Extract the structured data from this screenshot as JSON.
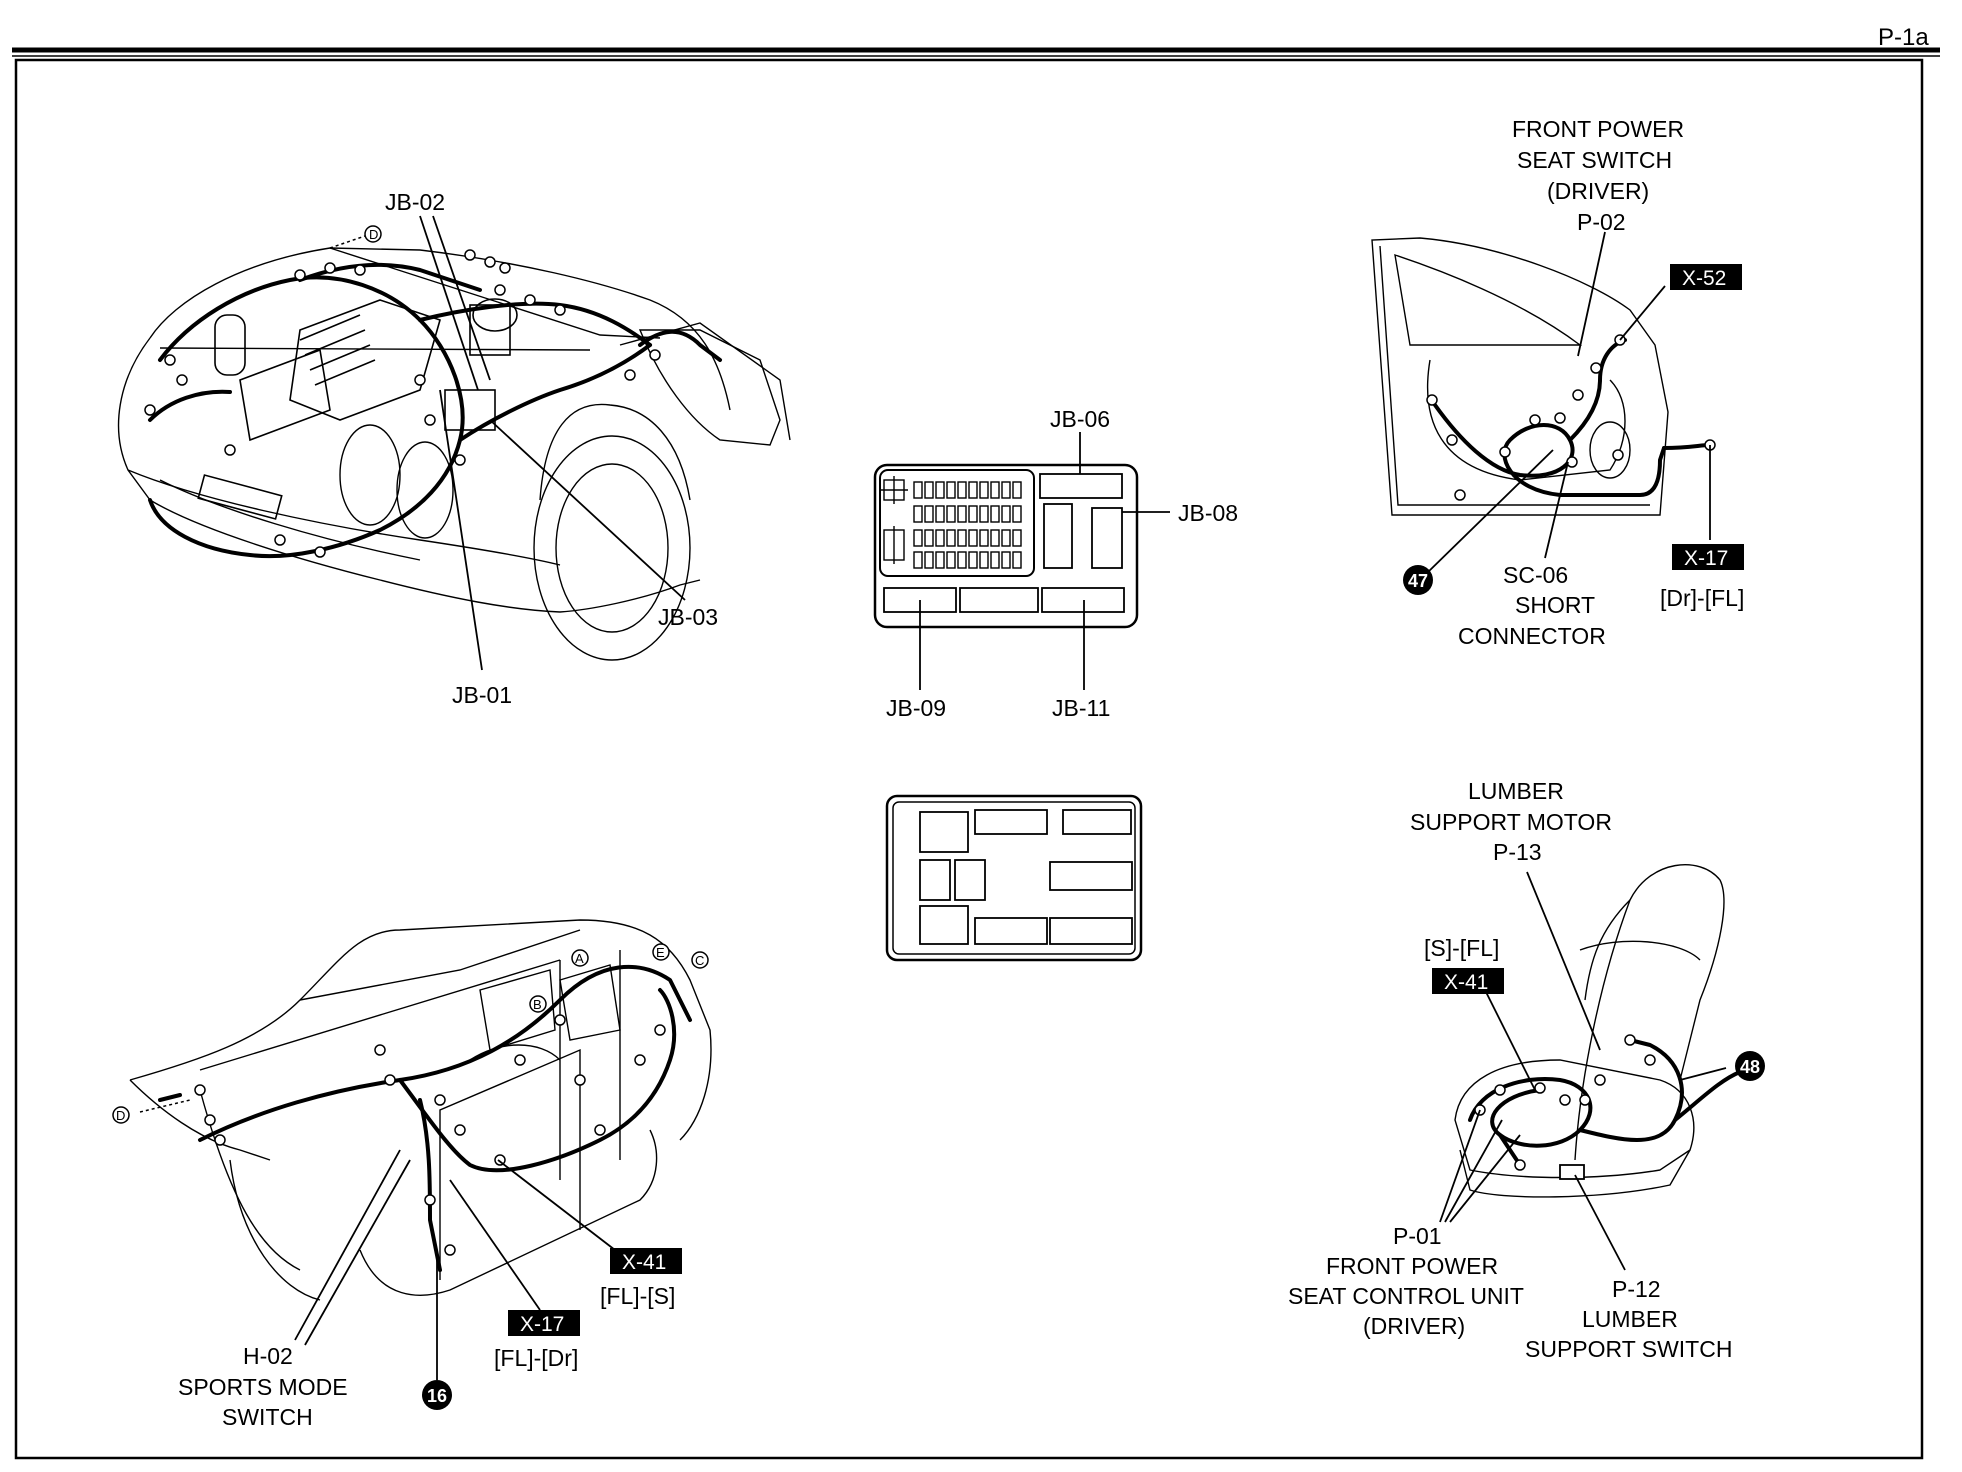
{
  "page": {
    "page_id": "P-1a"
  },
  "engine_view": {
    "labels": {
      "jb02": "JB-02",
      "jb03": "JB-03",
      "jb01": "JB-01"
    },
    "markers": {
      "d": "D"
    }
  },
  "junction_block": {
    "labels": {
      "jb06": "JB-06",
      "jb08": "JB-08",
      "jb09": "JB-09",
      "jb11": "JB-11"
    }
  },
  "door_view": {
    "title_lines": [
      "FRONT POWER",
      "SEAT SWITCH",
      "(DRIVER)",
      "P-02"
    ],
    "box_x52": "X-52",
    "box_x17": "X-17",
    "x17_sub": "[Dr]-[FL]",
    "ground_47": "47",
    "short_connector_lines": [
      "SC-06",
      "SHORT",
      "CONNECTOR"
    ]
  },
  "body_view": {
    "markers": {
      "a": "A",
      "b": "B",
      "c": "C",
      "d": "D",
      "e": "E"
    },
    "box_x41": "X-41",
    "x41_sub": "[FL]-[S]",
    "box_x17": "X-17",
    "x17_sub": "[FL]-[Dr]",
    "ground_16": "16",
    "h02_lines": [
      "H-02",
      "SPORTS MODE",
      "SWITCH"
    ]
  },
  "seat_view": {
    "title_lines": [
      "LUMBER",
      "SUPPORT MOTOR",
      "P-13"
    ],
    "x41_sub": "[S]-[FL]",
    "box_x41": "X-41",
    "ground_48": "48",
    "p01_lines": [
      "P-01",
      "FRONT POWER",
      "SEAT CONTROL UNIT",
      "(DRIVER)"
    ],
    "p12_lines": [
      "P-12",
      "LUMBER",
      "SUPPORT SWITCH"
    ]
  }
}
